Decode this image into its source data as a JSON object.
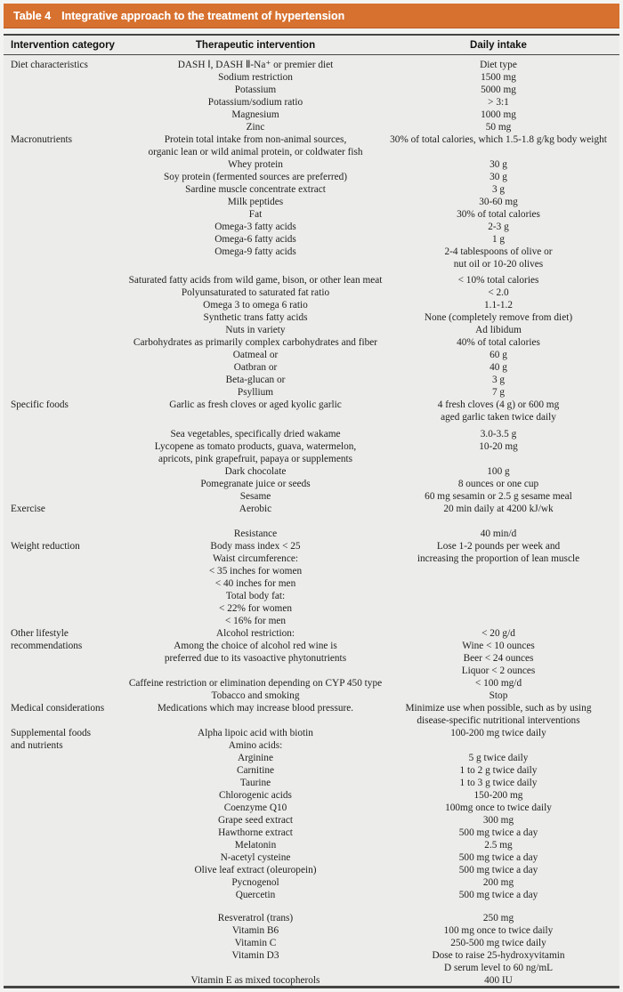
{
  "colors": {
    "accent_orange": "#d7712f",
    "rule_dark": "#454543",
    "body_background": "#ececea",
    "page_background": "#f3f3f1",
    "title_text": "#ffffff"
  },
  "table": {
    "label": "Table 4",
    "title": "Integrative approach to the treatment of hypertension",
    "columns": [
      "Intervention category",
      "Therapeutic intervention",
      "Daily intake"
    ],
    "rows": [
      {
        "c": "Diet characteristics",
        "t": "DASH Ⅰ, DASH Ⅱ-Na⁺ or premier diet",
        "d": "Diet type"
      },
      {
        "c": "",
        "t": "Sodium restriction",
        "d": "1500 mg"
      },
      {
        "c": "",
        "t": "Potassium",
        "d": "5000 mg"
      },
      {
        "c": "",
        "t": "Potassium/sodium ratio",
        "d": "> 3:1"
      },
      {
        "c": "",
        "t": "Magnesium",
        "d": "1000 mg"
      },
      {
        "c": "",
        "t": "Zinc",
        "d": "50 mg"
      },
      {
        "c": "Macronutrients",
        "t": "Protein total intake from non-animal sources,",
        "d": "30% of total calories, which 1.5-1.8 g/kg body weight"
      },
      {
        "c": "",
        "t": "organic lean or wild animal protein, or coldwater fish",
        "d": ""
      },
      {
        "c": "",
        "t": "Whey protein",
        "d": "30 g"
      },
      {
        "c": "",
        "t": "Soy protein (fermented sources are preferred)",
        "d": "30 g"
      },
      {
        "c": "",
        "t": "Sardine muscle concentrate extract",
        "d": "3 g"
      },
      {
        "c": "",
        "t": "Milk peptides",
        "d": "30-60 mg"
      },
      {
        "c": "",
        "t": "Fat",
        "d": "30% of total calories"
      },
      {
        "c": "",
        "t": "Omega-3 fatty acids",
        "d": "2-3 g"
      },
      {
        "c": "",
        "t": "Omega-6 fatty acids",
        "d": "1 g"
      },
      {
        "c": "",
        "t": "Omega-9 fatty acids",
        "d": "2-4 tablespoons of olive or"
      },
      {
        "c": "",
        "t": "",
        "d": "nut oil or 10-20 olives"
      },
      {
        "spacer": 4
      },
      {
        "c": "",
        "t": "Saturated fatty acids from wild game, bison, or other lean meat",
        "d": "< 10% total calories"
      },
      {
        "c": "",
        "t": "Polyunsaturated to saturated fat ratio",
        "d": "< 2.0"
      },
      {
        "c": "",
        "t": "Omega 3 to omega 6 ratio",
        "d": "1.1-1.2"
      },
      {
        "c": "",
        "t": "Synthetic trans fatty acids",
        "d": "None (completely remove from diet)"
      },
      {
        "c": "",
        "t": "Nuts in variety",
        "d": "Ad libidum"
      },
      {
        "c": "",
        "t": "Carbohydrates as primarily complex carbohydrates and fiber",
        "d": "40% of total calories"
      },
      {
        "c": "",
        "t": "Oatmeal or",
        "d": "60 g"
      },
      {
        "c": "",
        "t": "Oatbran or",
        "d": "40 g"
      },
      {
        "c": "",
        "t": "Beta-glucan or",
        "d": "3 g"
      },
      {
        "c": "",
        "t": "Psyllium",
        "d": "7 g"
      },
      {
        "c": "Specific foods",
        "t": "Garlic as fresh cloves or aged kyolic garlic",
        "d": "4 fresh cloves (4 g) or 600 mg"
      },
      {
        "c": "",
        "t": "",
        "d": "aged garlic taken twice daily"
      },
      {
        "spacer": 5
      },
      {
        "c": "",
        "t": "Sea vegetables, specifically dried wakame",
        "d": "3.0-3.5 g"
      },
      {
        "c": "",
        "t": "Lycopene as tomato products, guava, watermelon,",
        "d": "10-20 mg"
      },
      {
        "c": "",
        "t": "apricots, pink grapefruit, papaya or supplements",
        "d": ""
      },
      {
        "c": "",
        "t": "Dark chocolate",
        "d": "100 g"
      },
      {
        "c": "",
        "t": "Pomegranate juice or seeds",
        "d": "8 ounces or one cup"
      },
      {
        "c": "",
        "t": "Sesame",
        "d": "60 mg sesamin or 2.5 g sesame meal"
      },
      {
        "c": "Exercise",
        "t": "Aerobic",
        "d": "20 min daily at 4200 kJ/wk"
      },
      {
        "spacer": 14
      },
      {
        "c": "",
        "t": "Resistance",
        "d": "40 min/d"
      },
      {
        "c": "Weight reduction",
        "t": "Body mass index < 25",
        "d": "Lose 1-2 pounds per week and"
      },
      {
        "c": "",
        "t": "Waist circumference:",
        "d": "increasing the proportion of lean muscle"
      },
      {
        "c": "",
        "t": "< 35 inches for women",
        "d": ""
      },
      {
        "c": "",
        "t": "< 40 inches for men",
        "d": ""
      },
      {
        "c": "",
        "t": "Total body fat:",
        "d": ""
      },
      {
        "c": "",
        "t": "< 22% for women",
        "d": ""
      },
      {
        "c": "",
        "t": "< 16% for men",
        "d": ""
      },
      {
        "c": "Other lifestyle",
        "t": "Alcohol restriction:",
        "d": "< 20 g/d"
      },
      {
        "c": "recommendations",
        "t": "Among the choice of alcohol red wine is",
        "d": "Wine < 10 ounces"
      },
      {
        "c": "",
        "t": "preferred due to its vasoactive phytonutrients",
        "d": "Beer < 24 ounces"
      },
      {
        "c": "",
        "t": "",
        "d": "Liquor < 2 ounces"
      },
      {
        "c": "",
        "t": "Caffeine restriction or elimination depending on CYP 450 type",
        "d": "< 100 mg/d"
      },
      {
        "c": "",
        "t": "Tobacco and smoking",
        "d": "Stop"
      },
      {
        "c": "Medical considerations",
        "t": "Medications which may increase blood pressure.",
        "d": "Minimize use when possible, such as by using"
      },
      {
        "c": "",
        "t": "",
        "d": "disease-specific nutritional interventions"
      },
      {
        "c": "Supplemental foods",
        "t": "Alpha lipoic acid with biotin",
        "d": "100-200 mg twice daily"
      },
      {
        "c": "and nutrients",
        "t": "Amino acids:",
        "d": ""
      },
      {
        "c": "",
        "t": "Arginine",
        "d": "5 g twice daily"
      },
      {
        "c": "",
        "t": "Carnitine",
        "d": "1 to 2 g twice daily"
      },
      {
        "c": "",
        "t": "Taurine",
        "d": "1 to 3 g twice daily"
      },
      {
        "c": "",
        "t": "Chlorogenic acids",
        "d": "150-200 mg"
      },
      {
        "c": "",
        "t": "Coenzyme Q10",
        "d": "100mg once to twice daily"
      },
      {
        "c": "",
        "t": "Grape seed extract",
        "d": "300 mg"
      },
      {
        "c": "",
        "t": "Hawthorne extract",
        "d": "500 mg twice a day"
      },
      {
        "c": "",
        "t": "Melatonin",
        "d": "2.5 mg"
      },
      {
        "c": "",
        "t": "N-acetyl cysteine",
        "d": "500 mg twice a day"
      },
      {
        "c": "",
        "t": "Olive leaf extract (oleuropein)",
        "d": "500 mg twice a day"
      },
      {
        "c": "",
        "t": "Pycnogenol",
        "d": "200 mg"
      },
      {
        "c": "",
        "t": "Quercetin",
        "d": "500 mg twice a day"
      },
      {
        "spacer": 12
      },
      {
        "c": "",
        "t": "Resveratrol (trans)",
        "d": "250 mg"
      },
      {
        "c": "",
        "t": "Vitamin B6",
        "d": "100 mg once to twice daily"
      },
      {
        "c": "",
        "t": "Vitamin C",
        "d": "250-500 mg twice daily"
      },
      {
        "c": "",
        "t": "Vitamin D3",
        "d": "Dose to raise 25-hydroxyvitamin"
      },
      {
        "c": "",
        "t": "",
        "d": "D serum level to 60 ng/mL"
      },
      {
        "c": "",
        "t": "Vitamin E as mixed tocopherols",
        "d": "400 IU"
      }
    ]
  }
}
